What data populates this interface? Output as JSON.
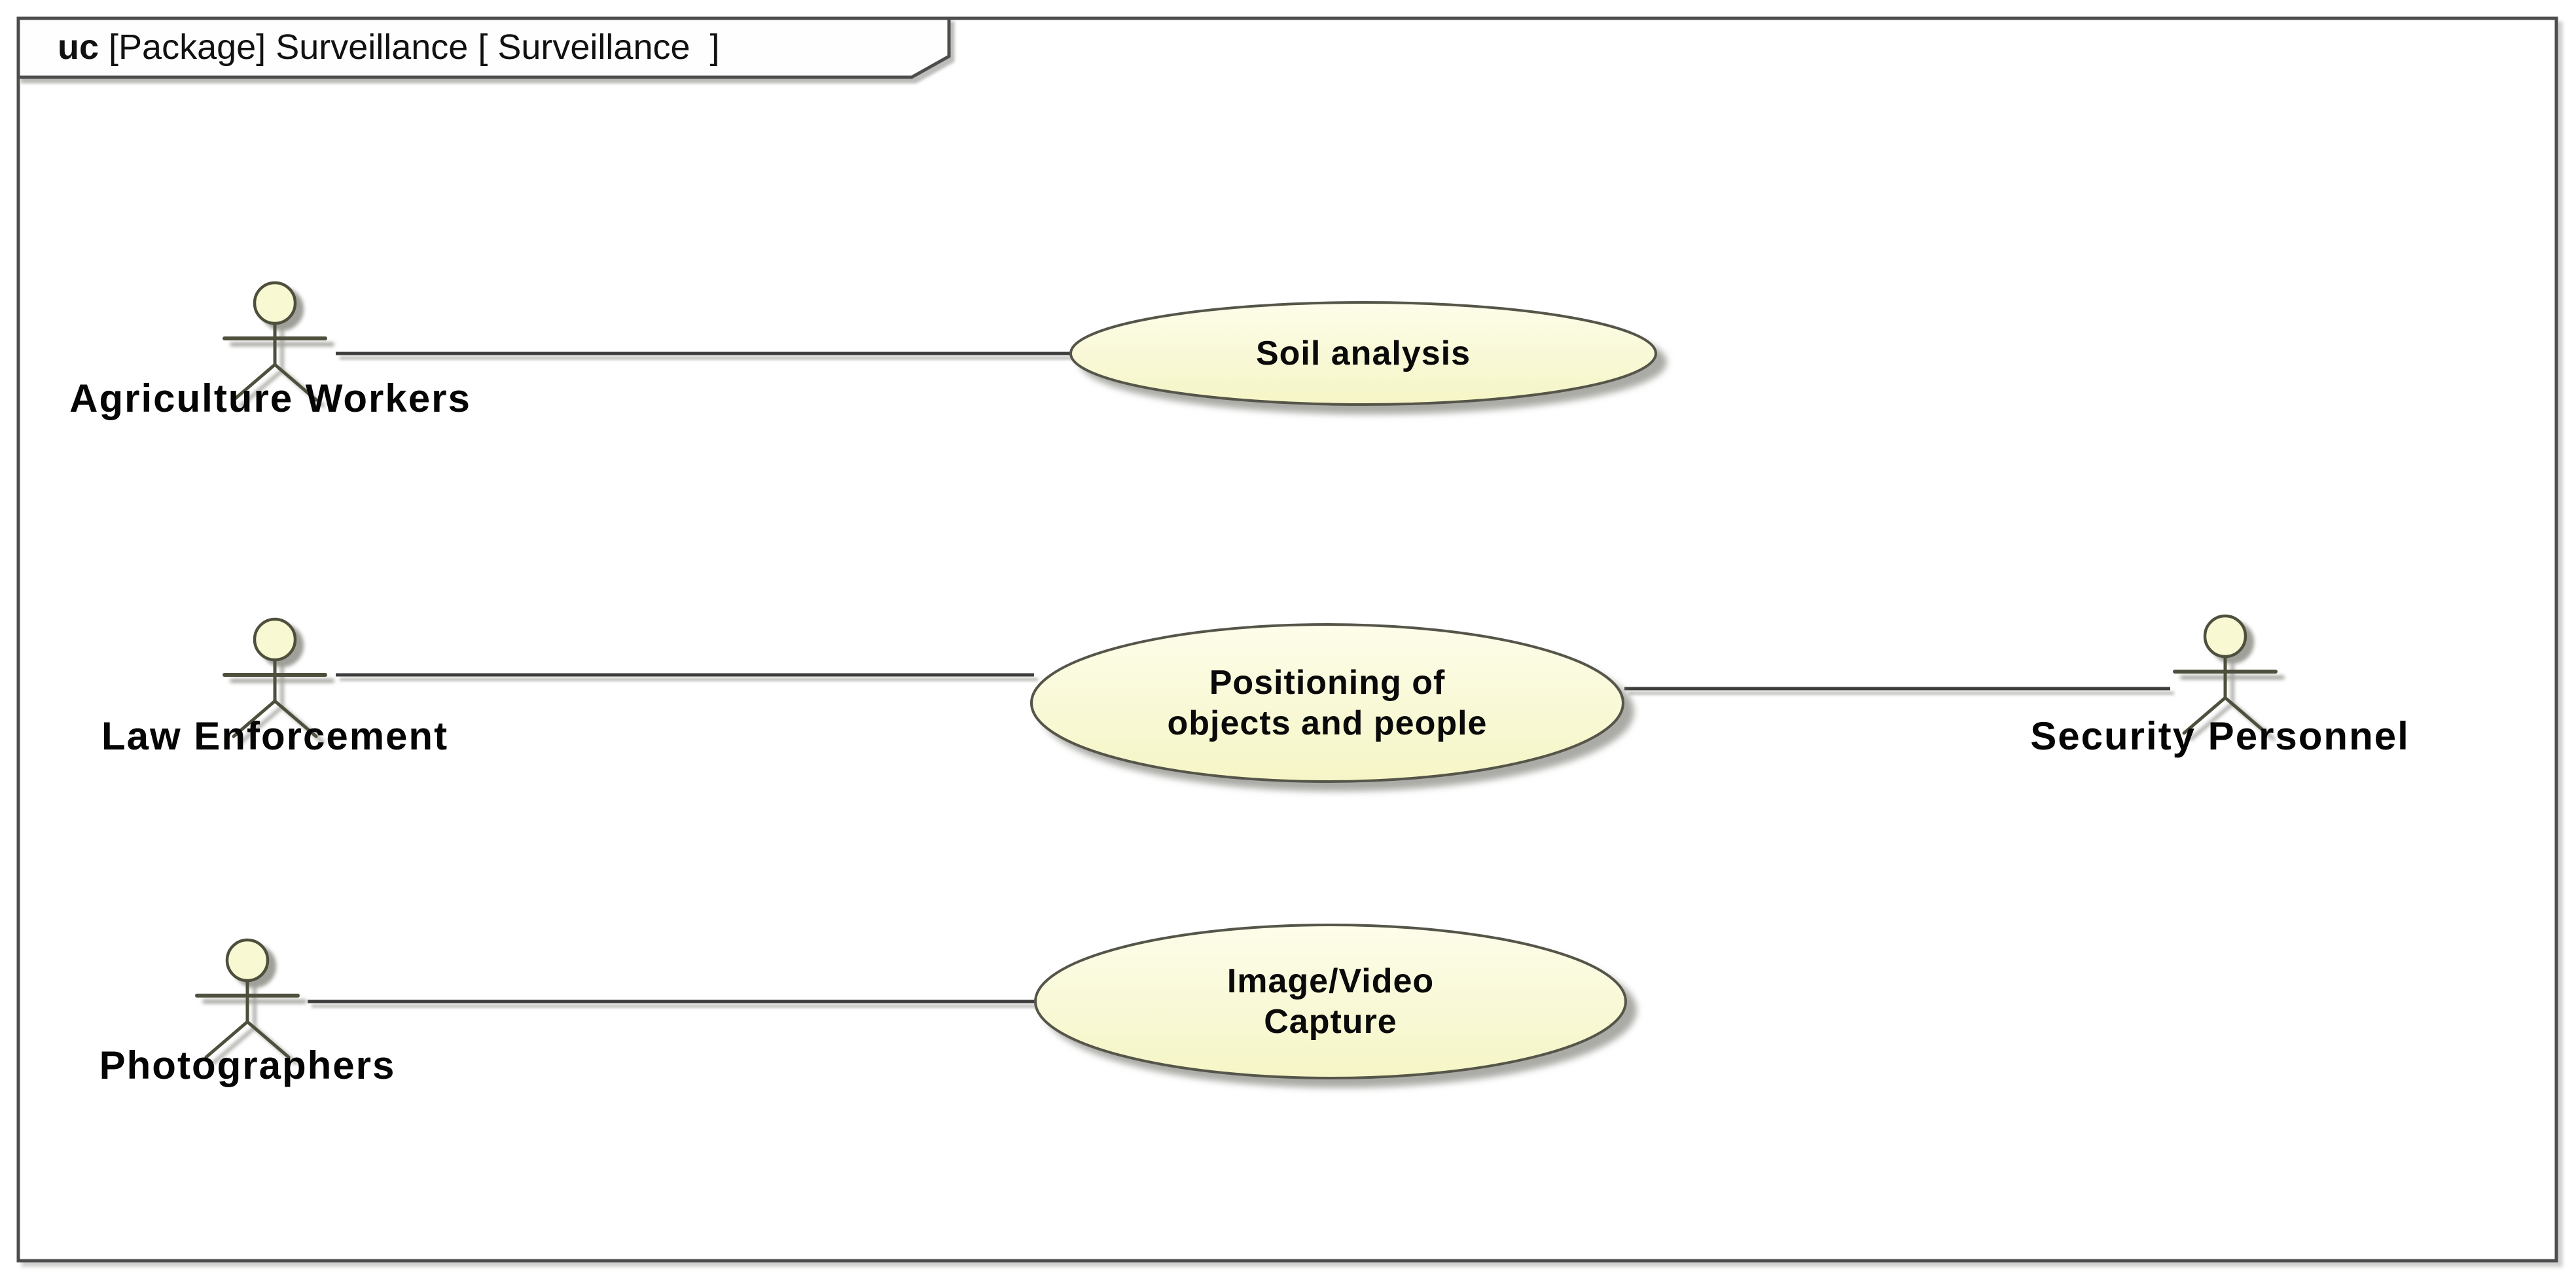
{
  "frame": {
    "kind_label": "uc",
    "title_rest": " [Package] Surveillance [ Surveillance  ]"
  },
  "actors": [
    {
      "id": "agriculture-workers",
      "label": "Agriculture Workers"
    },
    {
      "id": "law-enforcement",
      "label": "Law Enforcement"
    },
    {
      "id": "security-personnel",
      "label": "Security Personnel"
    },
    {
      "id": "photographers",
      "label": "Photographers"
    }
  ],
  "use_cases": [
    {
      "id": "soil-analysis",
      "lines": [
        "Soil analysis"
      ]
    },
    {
      "id": "positioning",
      "lines": [
        "Positioning of",
        "objects and people"
      ]
    },
    {
      "id": "image-video-capture",
      "lines": [
        "Image/Video",
        "Capture"
      ]
    }
  ],
  "associations": [
    {
      "from": "agriculture-workers",
      "to": "soil-analysis"
    },
    {
      "from": "law-enforcement",
      "to": "positioning"
    },
    {
      "from": "positioning",
      "to": "security-personnel"
    },
    {
      "from": "photographers",
      "to": "image-video-capture"
    }
  ],
  "colors": {
    "node_fill": "#FAFAD8",
    "node_fill_light": "#FDFDEA",
    "node_stroke": "#54544A",
    "actor_stroke": "#50503C",
    "frame_stroke": "#4D4D4D",
    "association": "#3C3C3C",
    "shadow": "#8F8F88",
    "text": "#0A0A0A",
    "background": "#FFFFFF"
  }
}
